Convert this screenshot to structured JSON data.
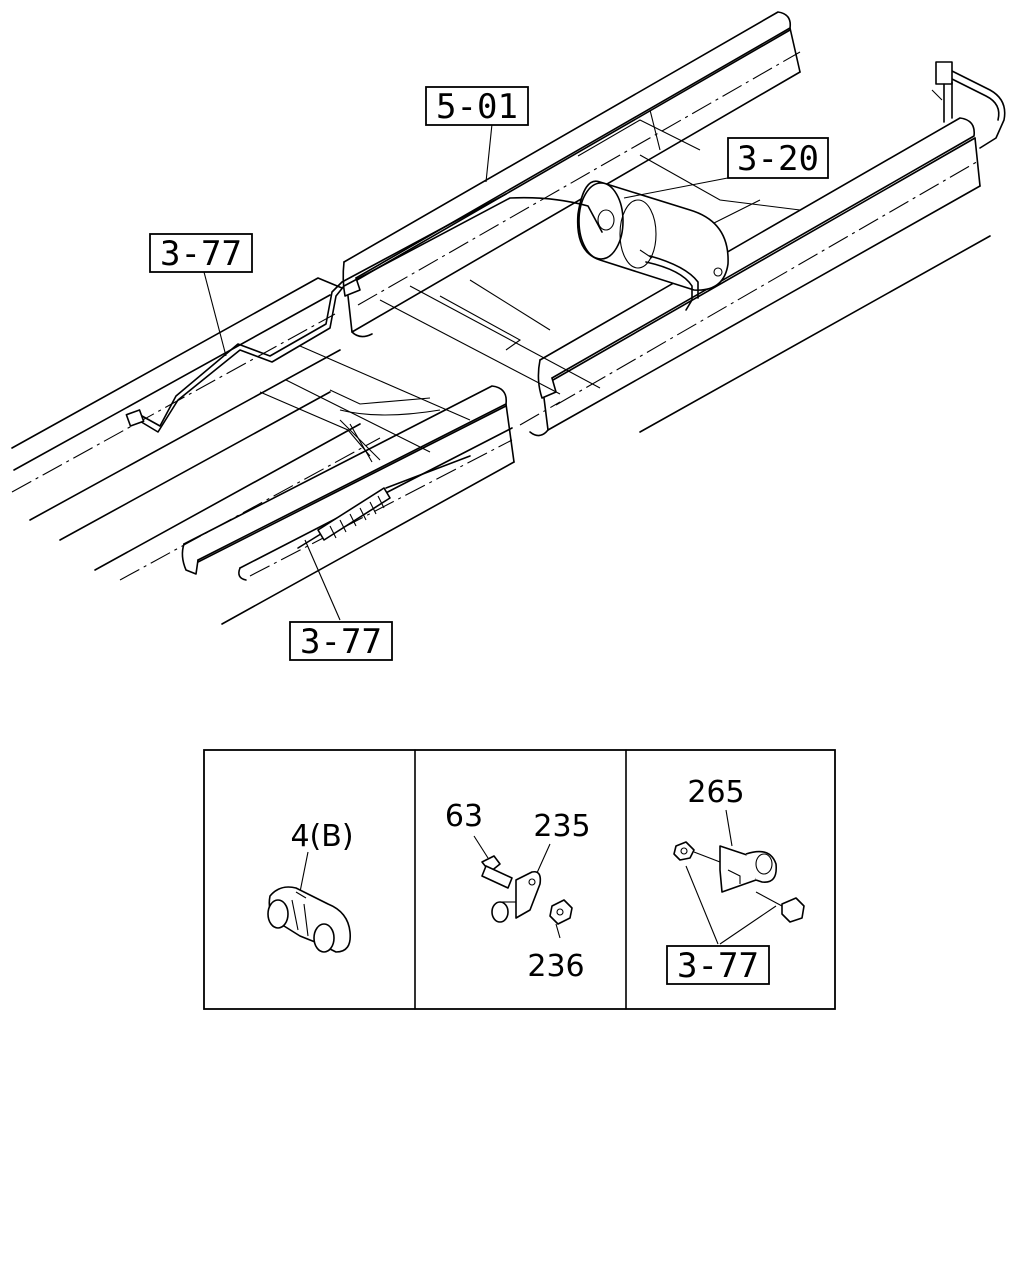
{
  "callouts": {
    "frame_ref": "5-01",
    "tank_ref": "3-20",
    "pipe_ref_upper": "3-77",
    "cable_ref_lower": "3-77"
  },
  "detail_panels": [
    {
      "parts": [
        "4(B)"
      ]
    },
    {
      "parts": [
        "63",
        "235",
        "236"
      ]
    },
    {
      "parts": [
        "265",
        "3-77"
      ]
    }
  ]
}
